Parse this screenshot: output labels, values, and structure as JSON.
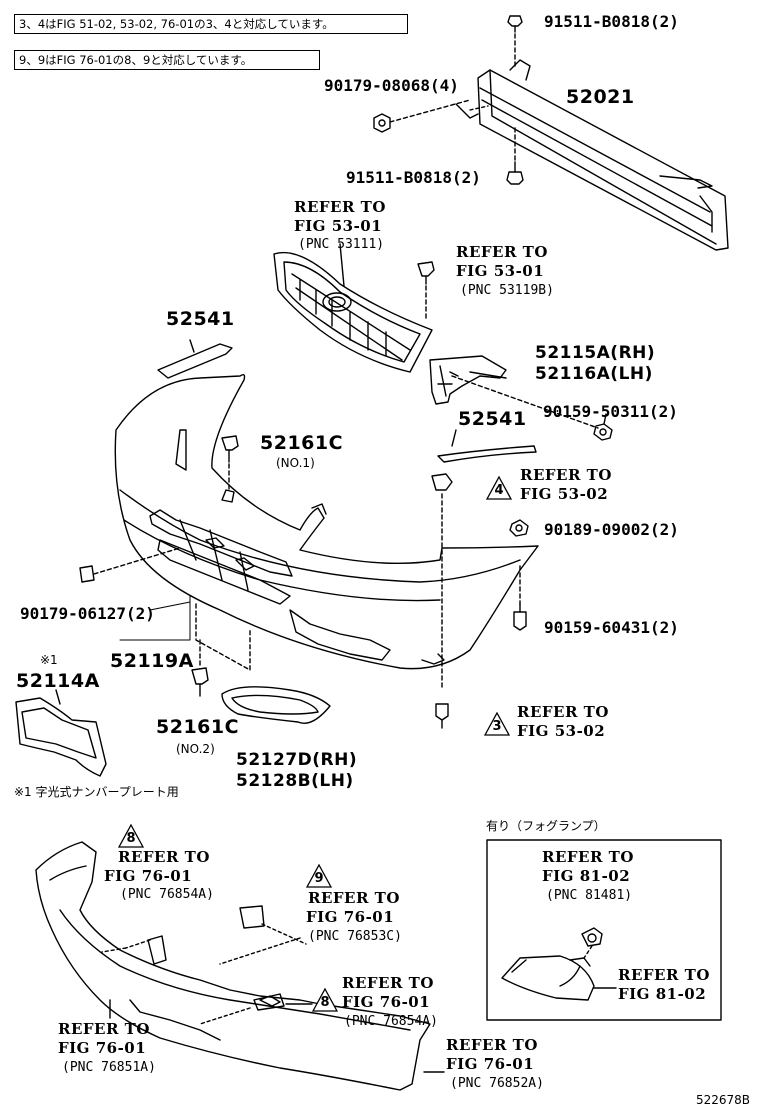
{
  "notes": {
    "note1": "3、4はFIG 51-02, 53-02, 76-01の3、4と対応しています。",
    "note2": "9、9はFIG 76-01の8、9と対応しています。",
    "star_mark": "※1",
    "plate_note": "※1 字光式ナンバープレート用",
    "fog_header": "有り（フォグランプ）",
    "figure_code": "522678B"
  },
  "part_numbers": {
    "p91511_top": "91511-B0818(2)",
    "p90179_08068": "90179-08068(4)",
    "p52021": "52021",
    "p91511_bottom": "91511-B0818(2)",
    "p52541_a": "52541",
    "p52541_b": "52541",
    "p52115a": "52115A(RH)",
    "p52116a": "52116A(LH)",
    "p90159_50311": "90159-50311(2)",
    "p52161c_a": "52161C",
    "p52161c_a_sub": "(NO.1)",
    "p90189_09002": "90189-09002(2)",
    "p90179_06127": "90179-06127(2)",
    "p52119a": "52119A",
    "p90159_60431": "90159-60431(2)",
    "p52114a": "52114A",
    "p52161c_b": "52161C",
    "p52161c_b_sub": "(NO.2)",
    "p52127d": "52127D(RH)",
    "p52128b": "52128B(LH)"
  },
  "references": {
    "grille": {
      "line1": "REFER TO",
      "line2": "FIG 53-01",
      "line3": "(PNC 53111)"
    },
    "clip": {
      "line1": "REFER TO",
      "line2": "FIG 53-01",
      "line3": "(PNC 53119B)"
    },
    "tri4": {
      "mark": "4",
      "line1": "REFER TO",
      "line2": "FIG 53-02"
    },
    "tri3": {
      "mark": "3",
      "line1": "REFER TO",
      "line2": "FIG 53-02"
    },
    "tri8a": {
      "mark": "8",
      "line1": "REFER TO",
      "line2": "FIG 76-01",
      "line3": "(PNC 76854A)"
    },
    "tri9": {
      "mark": "9",
      "line1": "REFER TO",
      "line2": "FIG 76-01",
      "line3": "(PNC 76853C)"
    },
    "tri8b": {
      "mark": "8",
      "line1": "REFER TO",
      "line2": "FIG 76-01",
      "line3": "(PNC 76854A)"
    },
    "spoiler_l": {
      "line1": "REFER TO",
      "line2": "FIG 76-01",
      "line3": "(PNC 76851A)"
    },
    "spoiler_r": {
      "line1": "REFER TO",
      "line2": "FIG 76-01",
      "line3": "(PNC 76852A)"
    },
    "fog_bulb": {
      "line1": "REFER TO",
      "line2": "FIG 81-02",
      "line3": "(PNC 81481)"
    },
    "fog_lamp": {
      "line1": "REFER TO",
      "line2": "FIG 81-02"
    }
  },
  "note_marks": {
    "a": "3",
    "b": "4",
    "c": "3",
    "d": "4",
    "e": "9",
    "f": "9",
    "g": "8",
    "h": "9"
  }
}
